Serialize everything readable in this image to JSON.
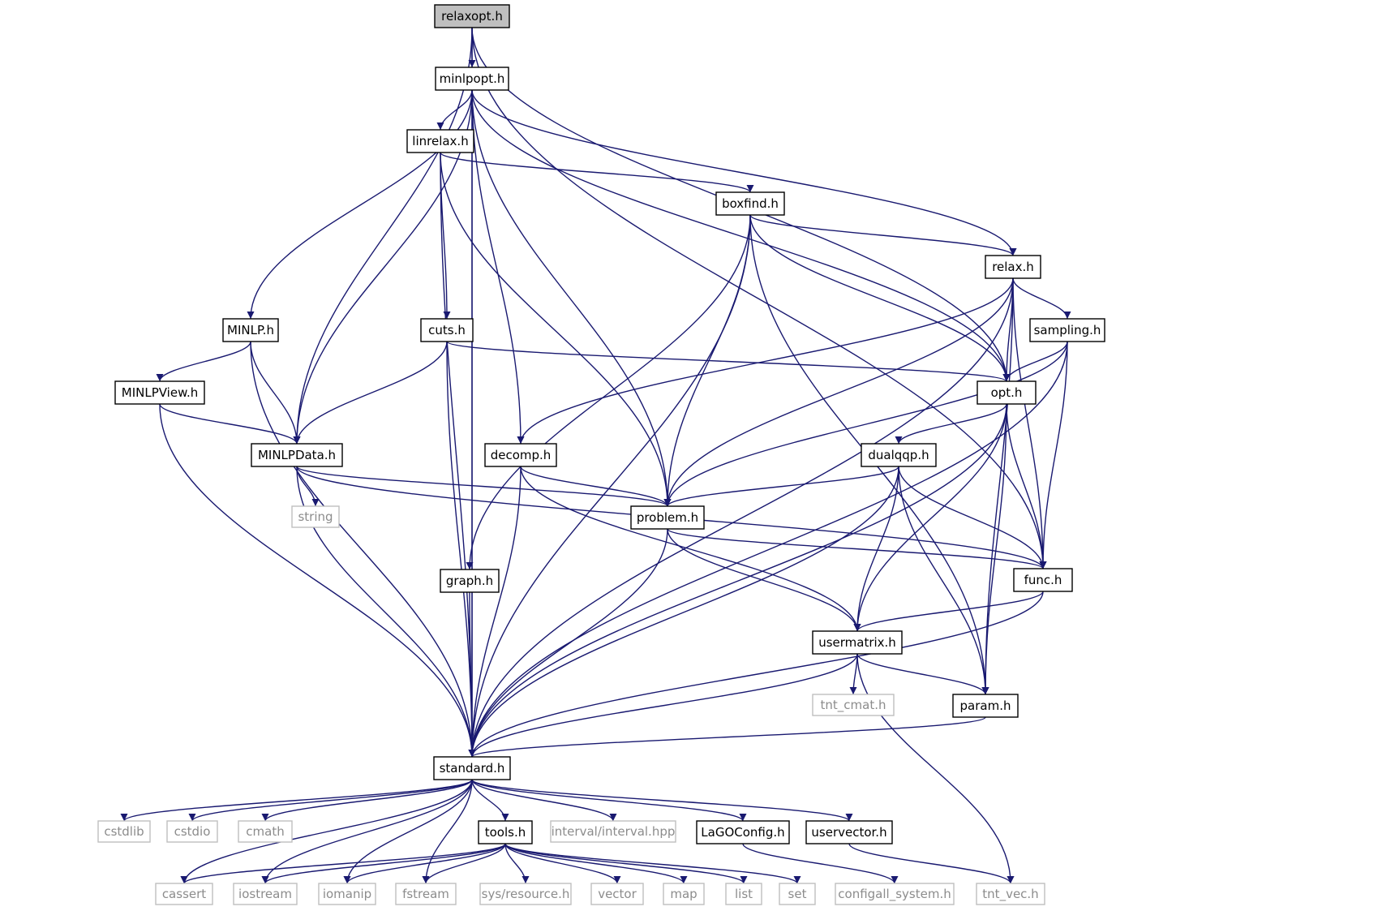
{
  "nodes": [
    {
      "id": "relaxopt",
      "label": "relaxopt.h",
      "kind": "root"
    },
    {
      "id": "minlpopt",
      "label": "minlpopt.h",
      "kind": "internal"
    },
    {
      "id": "linrelax",
      "label": "linrelax.h",
      "kind": "internal"
    },
    {
      "id": "boxfind",
      "label": "boxfind.h",
      "kind": "internal"
    },
    {
      "id": "relax",
      "label": "relax.h",
      "kind": "internal"
    },
    {
      "id": "MINLP",
      "label": "MINLP.h",
      "kind": "internal"
    },
    {
      "id": "cuts",
      "label": "cuts.h",
      "kind": "internal"
    },
    {
      "id": "sampling",
      "label": "sampling.h",
      "kind": "internal"
    },
    {
      "id": "MINLPView",
      "label": "MINLPView.h",
      "kind": "internal"
    },
    {
      "id": "opt",
      "label": "opt.h",
      "kind": "internal"
    },
    {
      "id": "MINLPData",
      "label": "MINLPData.h",
      "kind": "internal"
    },
    {
      "id": "decomp",
      "label": "decomp.h",
      "kind": "internal"
    },
    {
      "id": "dualqqp",
      "label": "dualqqp.h",
      "kind": "internal"
    },
    {
      "id": "string",
      "label": "string",
      "kind": "external"
    },
    {
      "id": "problem",
      "label": "problem.h",
      "kind": "internal"
    },
    {
      "id": "graph",
      "label": "graph.h",
      "kind": "internal"
    },
    {
      "id": "func",
      "label": "func.h",
      "kind": "internal"
    },
    {
      "id": "usermatrix",
      "label": "usermatrix.h",
      "kind": "internal"
    },
    {
      "id": "tnt_cmat",
      "label": "tnt_cmat.h",
      "kind": "external"
    },
    {
      "id": "param",
      "label": "param.h",
      "kind": "internal"
    },
    {
      "id": "standard",
      "label": "standard.h",
      "kind": "internal"
    },
    {
      "id": "cstdlib",
      "label": "cstdlib",
      "kind": "external"
    },
    {
      "id": "cstdio",
      "label": "cstdio",
      "kind": "external"
    },
    {
      "id": "cmath",
      "label": "cmath",
      "kind": "external"
    },
    {
      "id": "tools",
      "label": "tools.h",
      "kind": "internal"
    },
    {
      "id": "interval",
      "label": "interval/interval.hpp",
      "kind": "external"
    },
    {
      "id": "LaGOConfig",
      "label": "LaGOConfig.h",
      "kind": "internal"
    },
    {
      "id": "uservector",
      "label": "uservector.h",
      "kind": "internal"
    },
    {
      "id": "cassert",
      "label": "cassert",
      "kind": "external"
    },
    {
      "id": "iostream",
      "label": "iostream",
      "kind": "external"
    },
    {
      "id": "iomanip",
      "label": "iomanip",
      "kind": "external"
    },
    {
      "id": "fstream",
      "label": "fstream",
      "kind": "external"
    },
    {
      "id": "sysresource",
      "label": "sys/resource.h",
      "kind": "external"
    },
    {
      "id": "vector",
      "label": "vector",
      "kind": "external"
    },
    {
      "id": "map",
      "label": "map",
      "kind": "external"
    },
    {
      "id": "list",
      "label": "list",
      "kind": "external"
    },
    {
      "id": "set",
      "label": "set",
      "kind": "external"
    },
    {
      "id": "configall",
      "label": "configall_system.h",
      "kind": "external"
    },
    {
      "id": "tnt_vec",
      "label": "tnt_vec.h",
      "kind": "external"
    }
  ],
  "edges": [
    [
      "relaxopt",
      "minlpopt"
    ],
    [
      "relaxopt",
      "MINLPData"
    ],
    [
      "relaxopt",
      "standard"
    ],
    [
      "relaxopt",
      "opt"
    ],
    [
      "relaxopt",
      "func"
    ],
    [
      "minlpopt",
      "linrelax"
    ],
    [
      "minlpopt",
      "relax"
    ],
    [
      "minlpopt",
      "MINLP"
    ],
    [
      "minlpopt",
      "MINLPData"
    ],
    [
      "minlpopt",
      "decomp"
    ],
    [
      "minlpopt",
      "problem"
    ],
    [
      "minlpopt",
      "opt"
    ],
    [
      "minlpopt",
      "standard"
    ],
    [
      "linrelax",
      "boxfind"
    ],
    [
      "linrelax",
      "cuts"
    ],
    [
      "linrelax",
      "problem"
    ],
    [
      "linrelax",
      "standard"
    ],
    [
      "boxfind",
      "relax"
    ],
    [
      "boxfind",
      "graph"
    ],
    [
      "boxfind",
      "problem"
    ],
    [
      "boxfind",
      "opt"
    ],
    [
      "boxfind",
      "param"
    ],
    [
      "boxfind",
      "standard"
    ],
    [
      "relax",
      "sampling"
    ],
    [
      "relax",
      "opt"
    ],
    [
      "relax",
      "decomp"
    ],
    [
      "relax",
      "problem"
    ],
    [
      "relax",
      "func"
    ],
    [
      "relax",
      "param"
    ],
    [
      "relax",
      "standard"
    ],
    [
      "MINLP",
      "MINLPView"
    ],
    [
      "MINLP",
      "MINLPData"
    ],
    [
      "MINLP",
      "standard"
    ],
    [
      "cuts",
      "MINLPData"
    ],
    [
      "cuts",
      "opt"
    ],
    [
      "cuts",
      "standard"
    ],
    [
      "sampling",
      "opt"
    ],
    [
      "sampling",
      "problem"
    ],
    [
      "sampling",
      "func"
    ],
    [
      "sampling",
      "standard"
    ],
    [
      "MINLPView",
      "MINLPData"
    ],
    [
      "MINLPView",
      "standard"
    ],
    [
      "opt",
      "dualqqp"
    ],
    [
      "opt",
      "func"
    ],
    [
      "opt",
      "usermatrix"
    ],
    [
      "opt",
      "param"
    ],
    [
      "opt",
      "standard"
    ],
    [
      "MINLPData",
      "string"
    ],
    [
      "MINLPData",
      "problem"
    ],
    [
      "MINLPData",
      "func"
    ],
    [
      "MINLPData",
      "standard"
    ],
    [
      "decomp",
      "problem"
    ],
    [
      "decomp",
      "usermatrix"
    ],
    [
      "decomp",
      "standard"
    ],
    [
      "dualqqp",
      "problem"
    ],
    [
      "dualqqp",
      "func"
    ],
    [
      "dualqqp",
      "usermatrix"
    ],
    [
      "dualqqp",
      "param"
    ],
    [
      "dualqqp",
      "standard"
    ],
    [
      "problem",
      "func"
    ],
    [
      "problem",
      "usermatrix"
    ],
    [
      "problem",
      "standard"
    ],
    [
      "graph",
      "standard"
    ],
    [
      "func",
      "usermatrix"
    ],
    [
      "func",
      "standard"
    ],
    [
      "usermatrix",
      "tnt_cmat"
    ],
    [
      "usermatrix",
      "param"
    ],
    [
      "usermatrix",
      "tnt_vec"
    ],
    [
      "usermatrix",
      "standard"
    ],
    [
      "param",
      "standard"
    ],
    [
      "standard",
      "cstdlib"
    ],
    [
      "standard",
      "cstdio"
    ],
    [
      "standard",
      "cmath"
    ],
    [
      "standard",
      "tools"
    ],
    [
      "standard",
      "interval"
    ],
    [
      "standard",
      "LaGOConfig"
    ],
    [
      "standard",
      "uservector"
    ],
    [
      "standard",
      "cassert"
    ],
    [
      "standard",
      "iostream"
    ],
    [
      "standard",
      "iomanip"
    ],
    [
      "standard",
      "fstream"
    ],
    [
      "tools",
      "cassert"
    ],
    [
      "tools",
      "iostream"
    ],
    [
      "tools",
      "iomanip"
    ],
    [
      "tools",
      "fstream"
    ],
    [
      "tools",
      "sysresource"
    ],
    [
      "tools",
      "vector"
    ],
    [
      "tools",
      "map"
    ],
    [
      "tools",
      "list"
    ],
    [
      "tools",
      "set"
    ],
    [
      "LaGOConfig",
      "configall"
    ],
    [
      "uservector",
      "tnt_vec"
    ]
  ]
}
